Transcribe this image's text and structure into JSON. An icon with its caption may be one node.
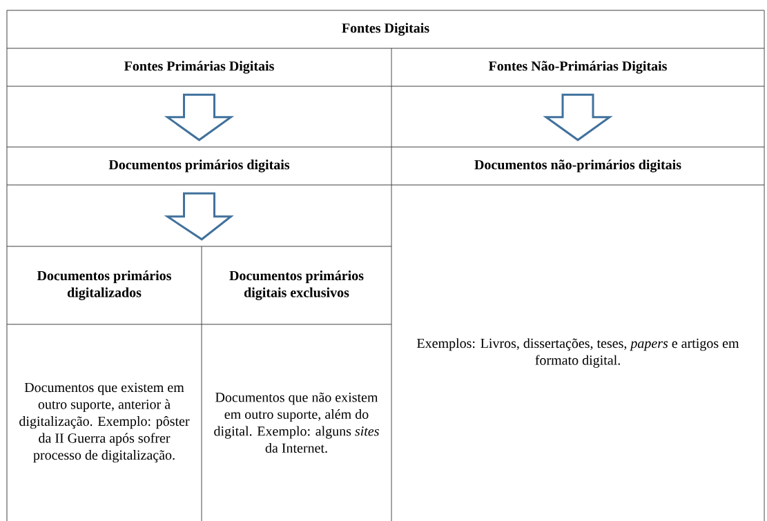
{
  "diagram": {
    "nodes": [
      {
        "text": [
          "Fontes Digitais"
        ]
      },
      {
        "text": [
          "Fontes Primárias Digitais"
        ]
      },
      {
        "text": [
          "Fontes Não-Primárias Digitais"
        ]
      },
      {
        "text": [
          "Documentos primários digitais"
        ]
      },
      {
        "text": [
          "Documentos não-primários digitais"
        ]
      },
      {
        "text": [
          "Documentos primários digitalizados"
        ]
      },
      {
        "text": [
          "Documentos primários digitais exclusivos"
        ]
      },
      {
        "text": [
          "Documentos que existem em outro suporte, anterior à digitalização. Exemplo: pôster da II Guerra após sofrer processo de digitalização."
        ]
      },
      {
        "text": [
          "Documentos que não existem em outro suporte, além do digital. Exemplo: alguns *sites* da Internet."
        ]
      },
      {
        "text": [
          "Exemplos: Livros, dissertações, teses, *papers* e artigos em formato digital."
        ]
      }
    ],
    "edges": [
      {
        "from": 1,
        "to": 3,
        "arrow": "to"
      },
      {
        "from": 2,
        "to": 4,
        "arrow": "to"
      },
      {
        "from": 3,
        "to": 5,
        "arrow": "to"
      },
      {
        "from": 3,
        "to": 6,
        "arrow": "to"
      }
    ]
  }
}
